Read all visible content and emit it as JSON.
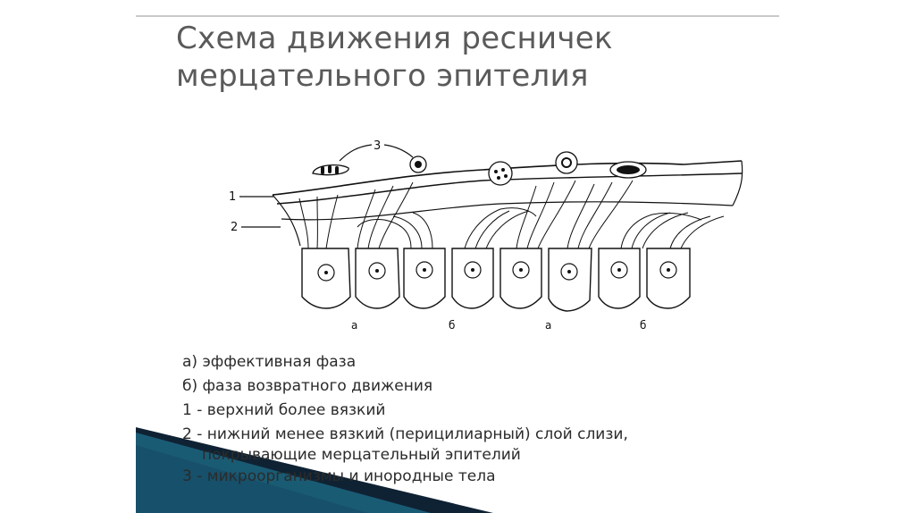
{
  "title": {
    "line1": "Схема движения ресничек",
    "line2": "мерцательного эпителия"
  },
  "diagram": {
    "label_1": "1",
    "label_2": "2",
    "label_3": "3",
    "phase_labels": [
      "а",
      "б",
      "а",
      "б"
    ]
  },
  "legend": {
    "a": "а) эффективная фаза",
    "b": "б) фаза возвратного движения",
    "item1": "1 - верхний более вязкий",
    "item2_line1": "2 - нижний менее вязкий (перицилиарный) слой слизи,",
    "item2_line2": "покрывающие мерцательный эпителий",
    "item3": "3 - микроорганизмы и инородные тела"
  },
  "colors": {
    "title": "#5a5a5a",
    "text": "#2b2b2b",
    "corner_dark": "#0f2233",
    "corner_teal": "#1f6f8b"
  }
}
